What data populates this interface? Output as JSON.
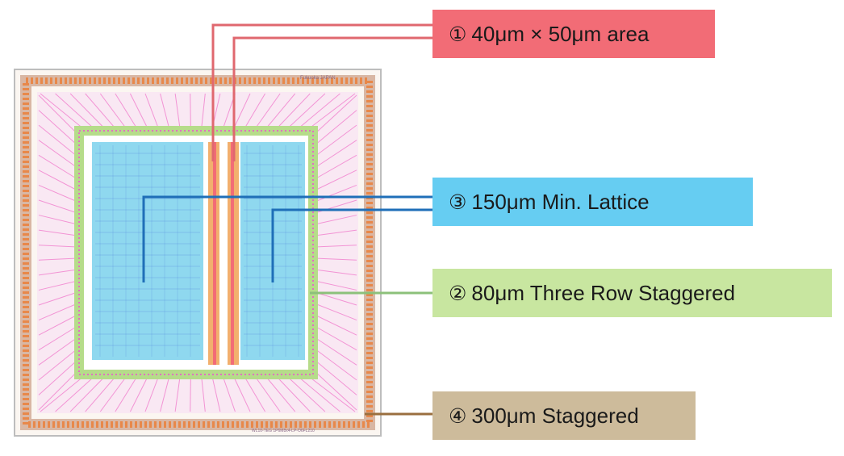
{
  "colors": {
    "area": "#f26c76",
    "lattice": "#66cdf2",
    "staggered3": "#c8e6a0",
    "staggered": "#cdbb9b",
    "trace_pink": "#f070c8",
    "trace_blue": "#5a8fe0",
    "pad_orange": "#e8884a",
    "chip_bg": "#fbf6f1"
  },
  "chip": {
    "top_text": "Fukuoka JAPAN",
    "bottom_text": "WL10-TEG 1P6M8x4-LP-O6FL210"
  },
  "callouts": [
    {
      "id": "area",
      "number": "①",
      "label": "40μm × 50μm area"
    },
    {
      "id": "lattice",
      "number": "③",
      "label": "150μm Min. Lattice"
    },
    {
      "id": "three_row",
      "number": "②",
      "label": "80μm Three Row Staggered"
    },
    {
      "id": "staggered",
      "number": "④",
      "label": "300μm Staggered"
    }
  ]
}
